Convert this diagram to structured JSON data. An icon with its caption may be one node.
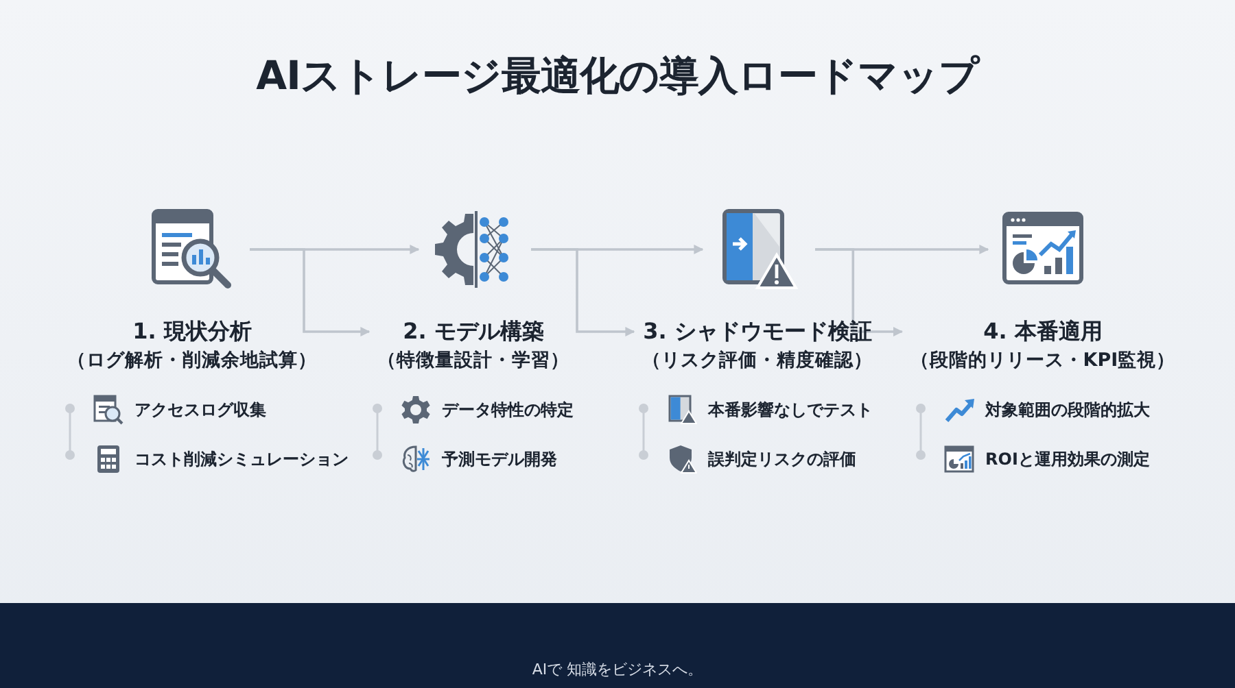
{
  "diagram": {
    "title": "AIストレージ最適化の導入ロードマップ",
    "nodes": [
      {
        "text": [],
        "shape": "picture"
      },
      {
        "text": [
          "1. 現状分析",
          "（ログ解析・削減余地試算）"
        ]
      },
      {
        "text": [],
        "shape": "picture"
      },
      {
        "text": [
          "2. モデル構築",
          "（特徴量設計・学習）"
        ]
      },
      {
        "text": [],
        "shape": "picture"
      },
      {
        "text": [
          "3. シャドウモード検証",
          "（リスク評価・精度確認）"
        ]
      },
      {
        "text": [],
        "shape": "picture"
      },
      {
        "text": [
          "4. 本番適用",
          "（段階的リリース・KPI監視）"
        ]
      }
    ],
    "edges": [
      {
        "from": 0,
        "to": 2,
        "arrow": "to"
      },
      {
        "from": 0,
        "to": 3,
        "arrow": "to"
      },
      {
        "from": 2,
        "to": 4,
        "arrow": "to"
      },
      {
        "from": 2,
        "to": 5,
        "arrow": "to"
      },
      {
        "from": 4,
        "to": 6,
        "arrow": "to"
      },
      {
        "from": 4,
        "to": 7,
        "arrow": "to"
      }
    ],
    "labels": [
      "アクセスログ収集",
      "コスト削減シミュレーション",
      "データ特性の特定",
      "予測モデル開発",
      "本番影響なしでテスト",
      "誤判定リスクの評価",
      "対象範囲の段階的拡大",
      "ROIと運用効果の測定",
      "AIで 知識をビジネスへ。"
    ]
  }
}
